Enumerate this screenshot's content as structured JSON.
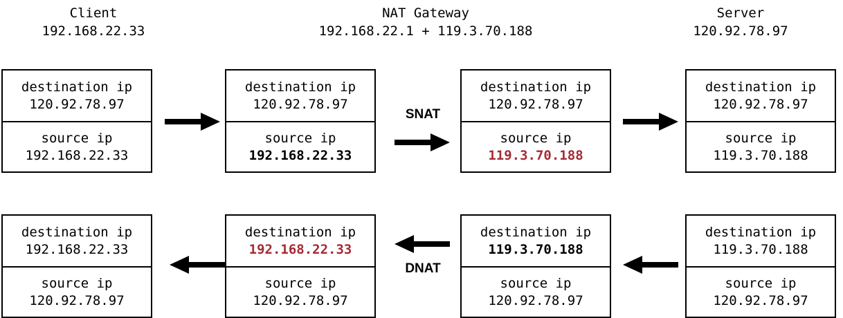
{
  "colors": {
    "accent_red": "#A52A33",
    "text": "#000000",
    "background": "#FFFFFF",
    "border": "#000000"
  },
  "headers": [
    {
      "id": "client",
      "name": "Client",
      "address": "192.168.22.33"
    },
    {
      "id": "nat",
      "name": "NAT Gateway",
      "address": "192.168.22.1 + 119.3.70.188"
    },
    {
      "id": "server",
      "name": "Server",
      "address": "120.92.78.97"
    }
  ],
  "field_labels": {
    "destination": "destination ip",
    "source": "source ip"
  },
  "rows": {
    "outbound": {
      "operation": "SNAT",
      "boxes": [
        {
          "id": "t1",
          "destination_value": "120.92.78.97",
          "destination_style": "normal",
          "source_value": "192.168.22.33",
          "source_style": "normal"
        },
        {
          "id": "t2",
          "destination_value": "120.92.78.97",
          "destination_style": "normal",
          "source_value": "192.168.22.33",
          "source_style": "bold"
        },
        {
          "id": "t3",
          "destination_value": "120.92.78.97",
          "destination_style": "normal",
          "source_value": "119.3.70.188",
          "source_style": "accent"
        },
        {
          "id": "t4",
          "destination_value": "120.92.78.97",
          "destination_style": "normal",
          "source_value": "119.3.70.188",
          "source_style": "normal"
        }
      ]
    },
    "inbound": {
      "operation": "DNAT",
      "boxes": [
        {
          "id": "b1",
          "destination_value": "192.168.22.33",
          "destination_style": "normal",
          "source_value": "120.92.78.97",
          "source_style": "normal"
        },
        {
          "id": "b2",
          "destination_value": "192.168.22.33",
          "destination_style": "accent",
          "source_value": "120.92.78.97",
          "source_style": "normal"
        },
        {
          "id": "b3",
          "destination_value": "119.3.70.188",
          "destination_style": "bold",
          "source_value": "120.92.78.97",
          "source_style": "normal"
        },
        {
          "id": "b4",
          "destination_value": "119.3.70.188",
          "destination_style": "normal",
          "source_value": "120.92.78.97",
          "source_style": "normal"
        }
      ]
    }
  },
  "arrows": [
    {
      "id": "t1",
      "direction": "right"
    },
    {
      "id": "t2",
      "direction": "right"
    },
    {
      "id": "t3",
      "direction": "right"
    },
    {
      "id": "b1",
      "direction": "left"
    },
    {
      "id": "b2",
      "direction": "left"
    },
    {
      "id": "b3",
      "direction": "left"
    }
  ]
}
